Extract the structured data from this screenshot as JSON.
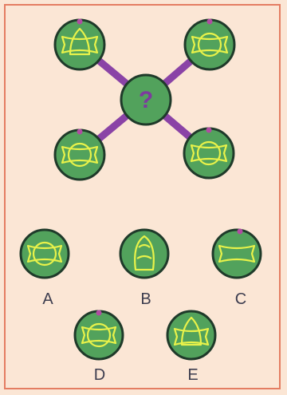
{
  "colors": {
    "background": "#fbe6d5",
    "border": "#e47d62",
    "circle_fill": "#52a25c",
    "circle_stroke": "#1f3a2a",
    "shape_stroke": "#e8f24a",
    "connector": "#8a43a6",
    "marker": "#b04ca2",
    "question_mark": "#7d3a9e",
    "label_text": "#3d3d4f"
  },
  "puzzle": {
    "center_symbol": "?",
    "cluster_icons": [
      "drop-in-band-icon",
      "circle-in-band-icon",
      "circle-in-band-icon",
      "circle-in-band-icon"
    ]
  },
  "options": [
    {
      "label": "A",
      "icon": "circle-in-band-icon"
    },
    {
      "label": "B",
      "icon": "bullet-in-band-icon"
    },
    {
      "label": "C",
      "icon": "wave-band-icon"
    },
    {
      "label": "D",
      "icon": "circle-in-band-icon"
    },
    {
      "label": "E",
      "icon": "drop-in-band-icon"
    }
  ]
}
